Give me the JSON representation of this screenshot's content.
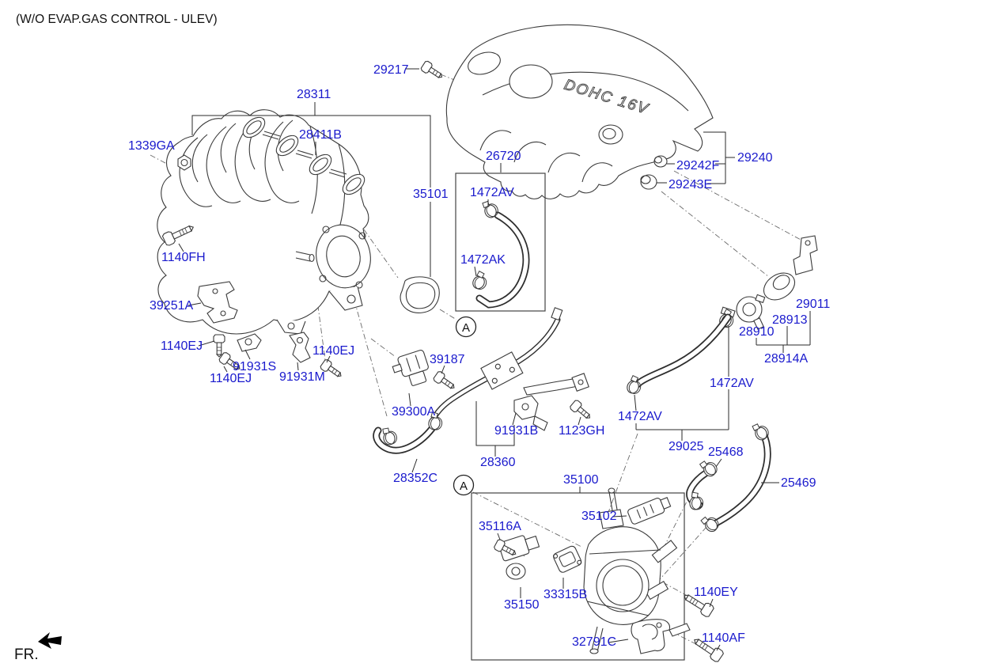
{
  "page": {
    "title": "(W/O EVAP.GAS CONTROL - ULEV)",
    "front_marker": "FR.",
    "detail_marker": "A",
    "engine_cover_badge": "DOHC 16V",
    "label_color": "#1a1acd",
    "line_color": "#3a3a3a",
    "background": "#ffffff"
  },
  "labels": {
    "l29217": "29217",
    "l28311": "28311",
    "l28411B": "28411B",
    "l1339GA": "1339GA",
    "l26720": "26720",
    "l1472AV_1": "1472AV",
    "l35101": "35101",
    "l29242F": "29242F",
    "l29240": "29240",
    "l29243E": "29243E",
    "l1140FH": "1140FH",
    "l1472AK": "1472AK",
    "l39251A": "39251A",
    "l29011": "29011",
    "l28913": "28913",
    "l28910": "28910",
    "l28914A": "28914A",
    "l1140EJ_1": "1140EJ",
    "l91931S": "91931S",
    "l1140EJ_2": "1140EJ",
    "l91931M": "91931M",
    "l1140EJ_3": "1140EJ",
    "l39187": "39187",
    "l39300A": "39300A",
    "l1472AV_2": "1472AV",
    "l1472AV_3": "1472AV",
    "l91931B": "91931B",
    "l1123GH": "1123GH",
    "l29025": "29025",
    "l25468": "25468",
    "l28360": "28360",
    "l28352C": "28352C",
    "l35100": "35100",
    "l25469": "25469",
    "l35102": "35102",
    "l35116A": "35116A",
    "l33315B": "33315B",
    "l35150": "35150",
    "l1140EY": "1140EY",
    "l32791C": "32791C",
    "l1140AF": "1140AF"
  }
}
